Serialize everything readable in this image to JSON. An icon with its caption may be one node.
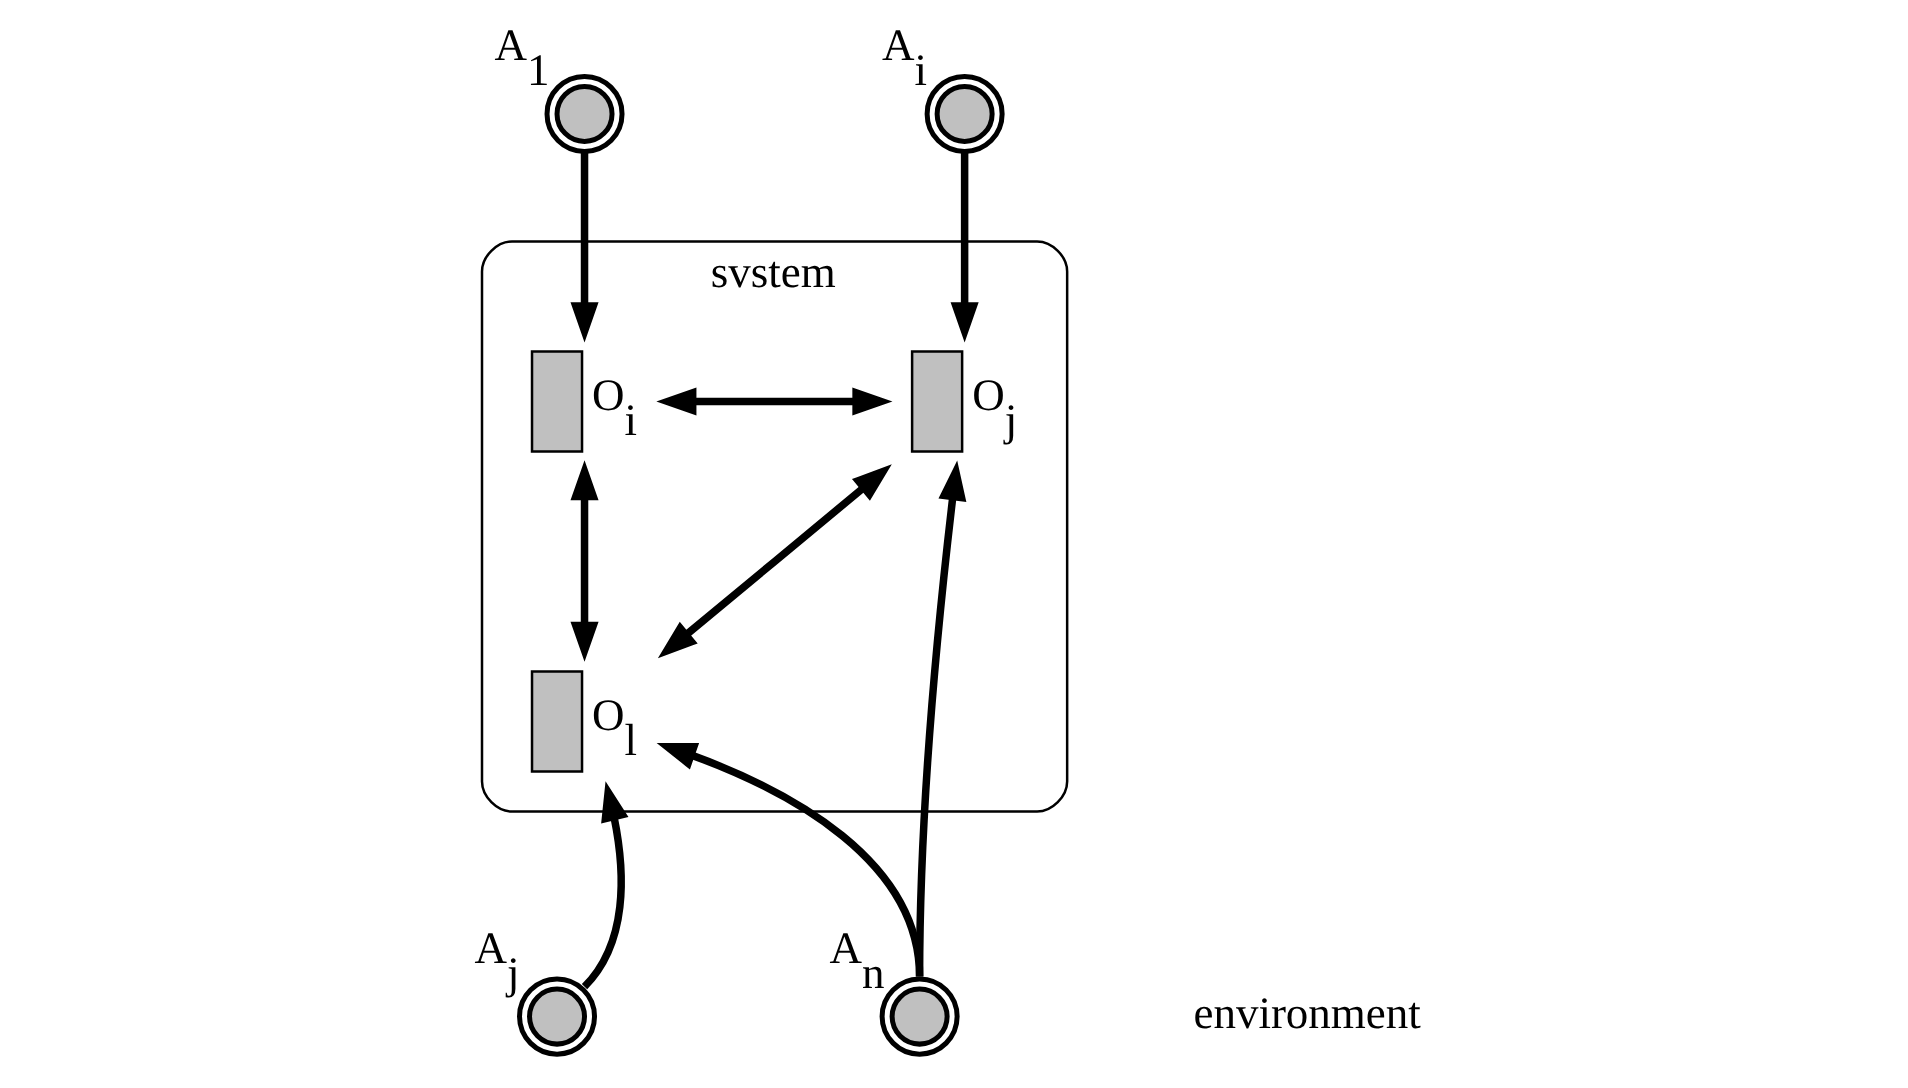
{
  "diagram": {
    "nodes": [
      {
        "text": [
          "svstem"
        ]
      },
      {
        "text": [],
        "shape": "box",
        "in": 0,
        "beside": [
          "O$_{i}$"
        ]
      },
      {
        "text": [],
        "shape": "box",
        "in": 0,
        "beside": [
          "O$_{j}$"
        ]
      },
      {
        "text": [],
        "shape": "box",
        "in": 0,
        "beside": [
          "O$_{l}$"
        ]
      },
      {
        "text": [],
        "shape": "circle",
        "beside": [
          "A$_{1}$"
        ]
      },
      {
        "text": [],
        "shape": "circle",
        "beside": [
          "A$_{i}$"
        ]
      },
      {
        "text": [],
        "shape": "circle",
        "beside": [
          "A$_{j}$"
        ]
      },
      {
        "text": [],
        "shape": "circle",
        "beside": [
          "A$_{n}$"
        ]
      }
    ],
    "edges": [
      {
        "from": 4,
        "to": 1,
        "arrow": "to"
      },
      {
        "from": 5,
        "to": 2,
        "arrow": "to"
      },
      {
        "from": 1,
        "to": 2,
        "arrow": "both"
      },
      {
        "from": 1,
        "to": 3,
        "arrow": "both"
      },
      {
        "from": 2,
        "to": 3,
        "arrow": "both"
      },
      {
        "from": 6,
        "to": 3,
        "arrow": "to"
      },
      {
        "from": 7,
        "to": 3,
        "arrow": "to"
      },
      {
        "from": 7,
        "to": 2,
        "arrow": "to"
      }
    ],
    "labels": [
      "environment"
    ]
  }
}
